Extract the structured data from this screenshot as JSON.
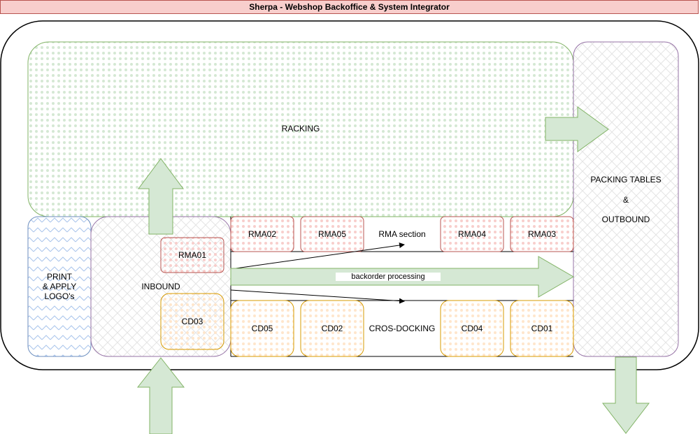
{
  "title": "Sherpa - Webshop Backoffice & System Integrator",
  "zones": {
    "racking": "RACKING",
    "packing_line1": "PACKING TABLES",
    "packing_line2": "&",
    "packing_line3": "OUTBOUND",
    "print_line1": "PRINT",
    "print_line2": "& APPLY",
    "print_line3": "LOGO's",
    "inbound": "INBOUND",
    "rma_section": "RMA section",
    "cros_docking": "CROS-DOCKING",
    "backorder": "backorder processing"
  },
  "rma_boxes": [
    "RMA01",
    "RMA02",
    "RMA05",
    "RMA04",
    "RMA03"
  ],
  "cd_boxes": [
    "CD03",
    "CD05",
    "CD02",
    "CD04",
    "CD01"
  ],
  "colors": {
    "green_fill": "#d5e8d4",
    "green_stroke": "#82b366",
    "red_fill": "#f8cecc",
    "red_stroke": "#b85450",
    "orange_fill": "#ffe6cc",
    "orange_stroke": "#d79b00",
    "blue_fill": "#dae8fc",
    "blue_stroke": "#6c8ebf",
    "purple_stroke": "#9673a6"
  }
}
